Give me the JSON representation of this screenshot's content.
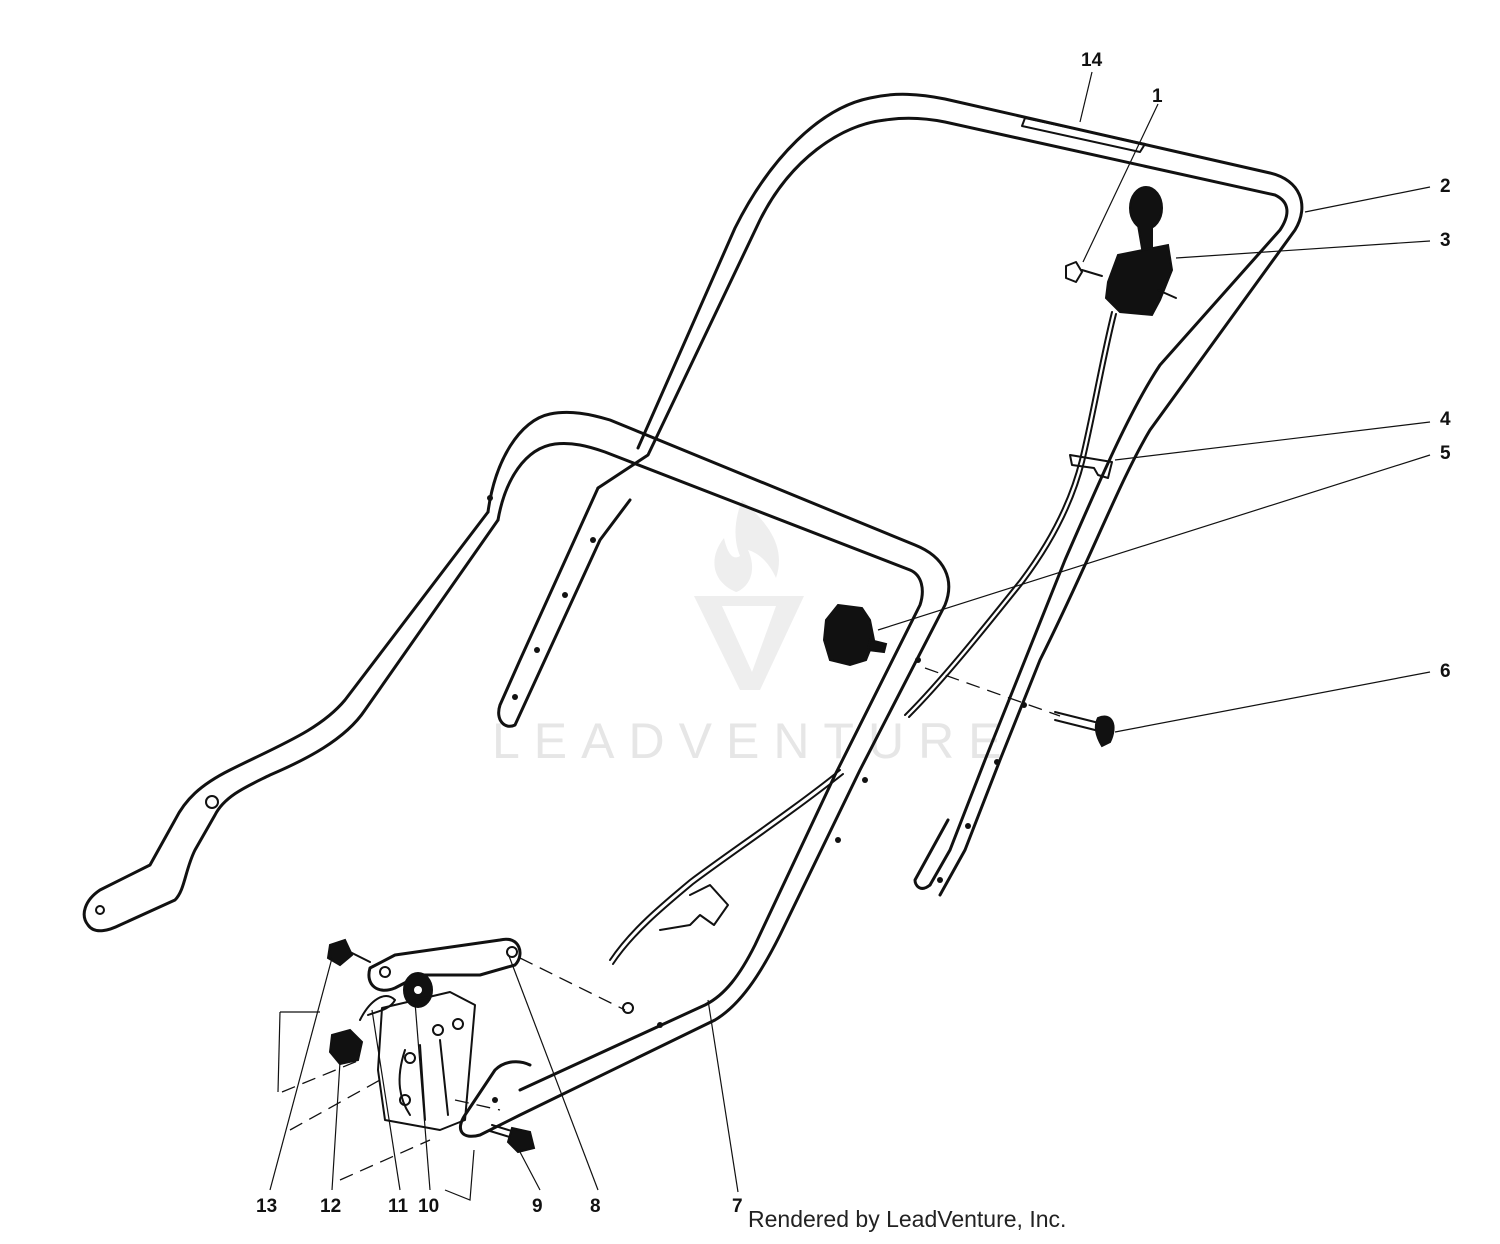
{
  "watermark": {
    "text": "LEADVENTURE",
    "logo": "leadventure-flame-v-logo"
  },
  "callouts": [
    {
      "id": "14",
      "label": "14"
    },
    {
      "id": "1",
      "label": "1"
    },
    {
      "id": "2",
      "label": "2"
    },
    {
      "id": "3",
      "label": "3"
    },
    {
      "id": "4",
      "label": "4"
    },
    {
      "id": "5",
      "label": "5"
    },
    {
      "id": "6",
      "label": "6"
    },
    {
      "id": "7",
      "label": "7"
    },
    {
      "id": "8",
      "label": "8"
    },
    {
      "id": "9",
      "label": "9"
    },
    {
      "id": "10",
      "label": "10"
    },
    {
      "id": "11",
      "label": "11"
    },
    {
      "id": "12",
      "label": "12"
    },
    {
      "id": "13",
      "label": "13"
    }
  ],
  "credit": "Rendered by LeadVenture, Inc."
}
